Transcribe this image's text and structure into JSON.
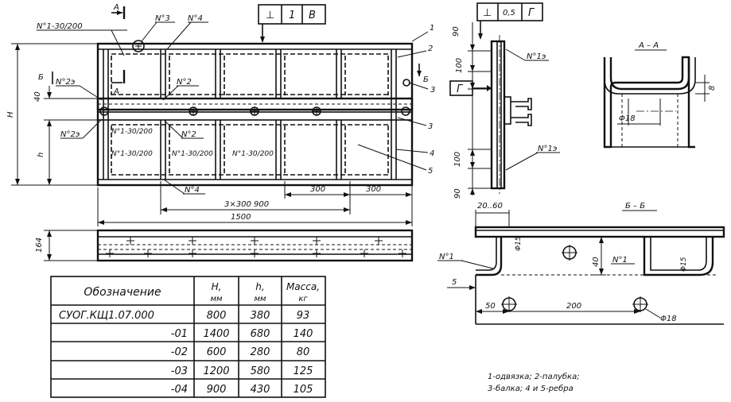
{
  "labels": {
    "weld_1": "N°1-30/200",
    "weld_3": "N°3",
    "weld_4": "N°4",
    "weld_2a": "N°2э",
    "weld_2b": "N°2",
    "weld_2c": "N°2э",
    "weld_2d": "N°2",
    "weld_1b": "N°1-30/200",
    "weld_1c": "N°1-30/200",
    "weld_1d": "N°1-30/200",
    "weld_1e": "N°1-30/200",
    "weld_4b": "N°4",
    "section_a": "А",
    "section_a2": "А",
    "section_b": "Б",
    "section_b2": "Б",
    "dim_40": "40",
    "dim_H": "H",
    "dim_h": "h",
    "dim_3x300": "3×300  900",
    "dim_300": "300",
    "dim_300b": "300",
    "dim_1500": "1500",
    "dim_164": "164",
    "tol_sym": "⊥",
    "tol_val": "1",
    "tol_ref": "В",
    "callout_1": "1",
    "callout_2": "2",
    "callout_3": "3",
    "callout_3b": "3",
    "callout_4": "4",
    "callout_5": "5"
  },
  "right_view": {
    "tol_sym": "⊥",
    "tol_val": "0,5",
    "tol_ref": "Г",
    "datum_g": "Г",
    "dim_90": "90",
    "dim_100": "100",
    "dim_100b": "100",
    "dim_90b": "90",
    "weld_1a": "N°1э",
    "weld_1b": "N°1э"
  },
  "section_aa": {
    "title": "А – А",
    "dim_8": "8",
    "dim_phi": "Φ18"
  },
  "section_bb": {
    "title": "Б – Б",
    "dim_2060": "20..60",
    "weld_1": "N°1",
    "weld_1b": "N°1",
    "dim_phi15": "Φ15",
    "dim_phi15b": "Φ15",
    "dim_40": "40",
    "dim_5": "5",
    "dim_50": "50",
    "dim_200": "200",
    "dim_phi18": "Φ18"
  },
  "table": {
    "headers": [
      "Обозначение",
      "H, мм",
      "h, мм",
      "Масса, кг"
    ],
    "rows": [
      [
        "СУОГ.КЩ1.07.000",
        "800",
        "380",
        "93"
      ],
      [
        "-01",
        "1400",
        "680",
        "140"
      ],
      [
        "-02",
        "600",
        "280",
        "80"
      ],
      [
        "-03",
        "1200",
        "580",
        "125"
      ],
      [
        "-04",
        "900",
        "430",
        "105"
      ]
    ]
  },
  "legend": {
    "line1": "1-одвязка; 2-палубка;",
    "line2": "3-балка; 4 и 5-ребра"
  }
}
